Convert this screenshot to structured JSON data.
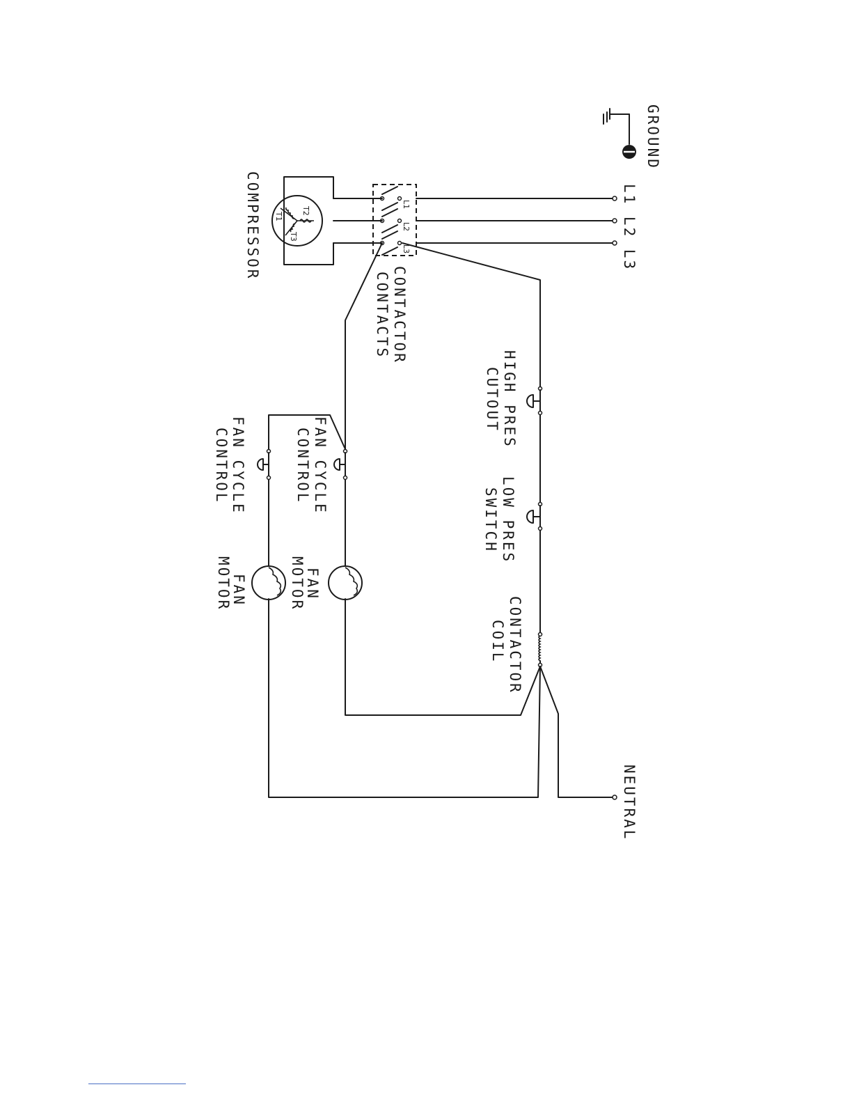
{
  "labels": {
    "ground": "GROUND",
    "lines": "L1 L2 L3",
    "compressor": "COMPRESSOR",
    "contactor_contacts_1": "CONTACTOR",
    "contactor_contacts_2": "CONTACTS",
    "high_pres_1": "HIGH PRES",
    "high_pres_2": "CUTOUT",
    "low_pres_1": "LOW PRES",
    "low_pres_2": "SWITCH",
    "contactor_coil_1": "CONTACTOR",
    "contactor_coil_2": "COIL",
    "fan_cycle_a_1": "FAN CYCLE",
    "fan_cycle_a_2": "CONTROL",
    "fan_cycle_b_1": "FAN CYCLE",
    "fan_cycle_b_2": "CONTROL",
    "fan_motor_a_1": "FAN",
    "fan_motor_a_2": "MOTOR",
    "fan_motor_b_1": "FAN",
    "fan_motor_b_2": "MOTOR",
    "neutral": "NEUTRAL",
    "contact_l1": "L1",
    "contact_l2": "L2",
    "contact_l3": "L3",
    "terminal_t1": "T1",
    "terminal_t2": "T2",
    "terminal_t3": "T3"
  }
}
